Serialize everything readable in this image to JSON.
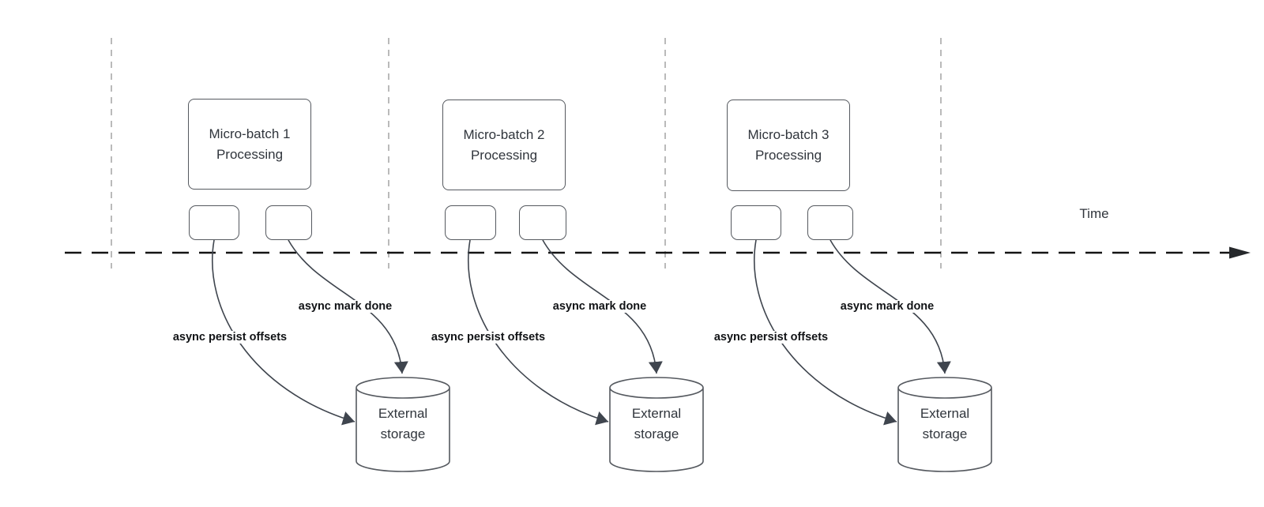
{
  "diagram": {
    "time_axis": {
      "label": "Time"
    },
    "batches": [
      {
        "title": "Micro-batch 1\nProcessing",
        "persist_label": "async persist offsets",
        "mark_done_label": "async mark done",
        "storage": {
          "label": "External\nstorage"
        }
      },
      {
        "title": "Micro-batch 2\nProcessing",
        "persist_label": "async persist offsets",
        "mark_done_label": "async mark done",
        "storage": {
          "label": "External\nstorage"
        }
      },
      {
        "title": "Micro-batch 3\nProcessing",
        "persist_label": "async persist offsets",
        "mark_done_label": "async mark done",
        "storage": {
          "label": "External\nstorage"
        }
      }
    ],
    "colors": {
      "background": "#ffffff",
      "shape_border": "#55595f",
      "arrow_stroke": "#3f454e",
      "vertical_guide": "#a9a9a9",
      "time_axis_line": "#141414",
      "title_text": "#30353c",
      "label_text": "#111316"
    }
  }
}
